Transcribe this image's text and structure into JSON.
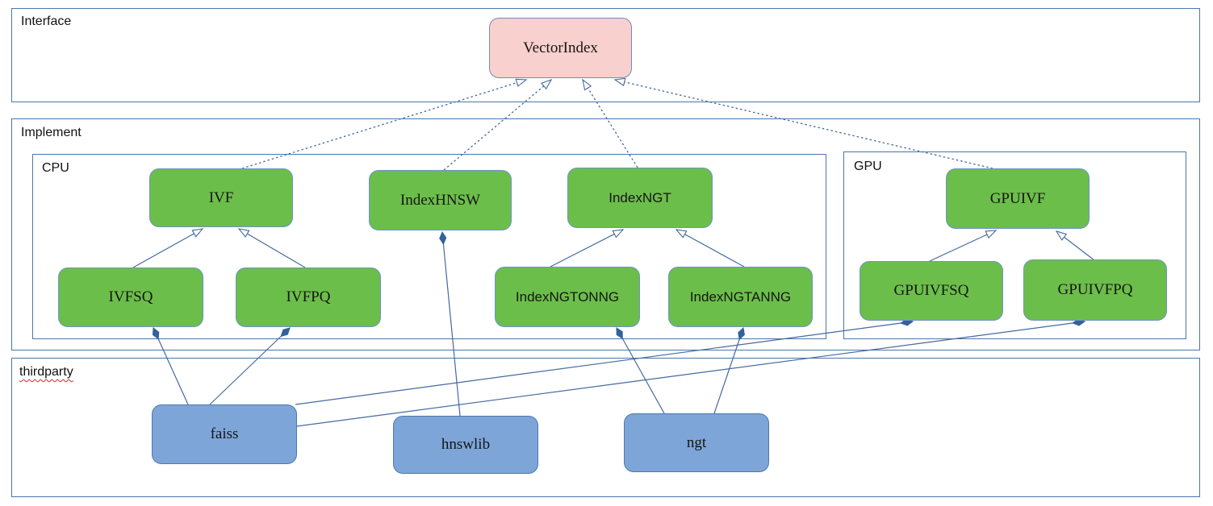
{
  "diagram": {
    "containers": {
      "interface": {
        "label": "Interface"
      },
      "implement": {
        "label": "Implement"
      },
      "cpu": {
        "label": "CPU"
      },
      "gpu": {
        "label": "GPU"
      },
      "thirdparty": {
        "label": "thirdparty"
      }
    },
    "nodes": {
      "vectorindex": {
        "label": "VectorIndex",
        "group": "interface"
      },
      "ivf": {
        "label": "IVF",
        "group": "cpu"
      },
      "indexhnsw": {
        "label": "IndexHNSW",
        "group": "cpu"
      },
      "indexngt": {
        "label": "IndexNGT",
        "group": "cpu"
      },
      "ivfsq": {
        "label": "IVFSQ",
        "group": "cpu"
      },
      "ivfpq": {
        "label": "IVFPQ",
        "group": "cpu"
      },
      "indexngtonng": {
        "label": "IndexNGTONNG",
        "group": "cpu"
      },
      "indexngtanng": {
        "label": "IndexNGTANNG",
        "group": "cpu"
      },
      "gpuivf": {
        "label": "GPUIVF",
        "group": "gpu"
      },
      "gpuivfsq": {
        "label": "GPUIVFSQ",
        "group": "gpu"
      },
      "gpuivfpq": {
        "label": "GPUIVFPQ",
        "group": "gpu"
      },
      "faiss": {
        "label": "faiss",
        "group": "thirdparty"
      },
      "hnswlib": {
        "label": "hnswlib",
        "group": "thirdparty"
      },
      "ngt": {
        "label": "ngt",
        "group": "thirdparty"
      }
    },
    "edges": [
      {
        "from": "IVF",
        "to": "VectorIndex",
        "type": "dashed-realization"
      },
      {
        "from": "IndexHNSW",
        "to": "VectorIndex",
        "type": "dashed-realization"
      },
      {
        "from": "IndexNGT",
        "to": "VectorIndex",
        "type": "dashed-realization"
      },
      {
        "from": "GPUIVF",
        "to": "VectorIndex",
        "type": "dashed-realization"
      },
      {
        "from": "IVFSQ",
        "to": "IVF",
        "type": "inheritance"
      },
      {
        "from": "IVFPQ",
        "to": "IVF",
        "type": "inheritance"
      },
      {
        "from": "IndexNGTONNG",
        "to": "IndexNGT",
        "type": "inheritance"
      },
      {
        "from": "IndexNGTANNG",
        "to": "IndexNGT",
        "type": "inheritance"
      },
      {
        "from": "GPUIVFSQ",
        "to": "GPUIVF",
        "type": "inheritance"
      },
      {
        "from": "GPUIVFPQ",
        "to": "GPUIVF",
        "type": "inheritance"
      },
      {
        "from": "faiss",
        "to": "IVFSQ",
        "type": "composition"
      },
      {
        "from": "faiss",
        "to": "IVFPQ",
        "type": "composition"
      },
      {
        "from": "hnswlib",
        "to": "IndexHNSW",
        "type": "composition"
      },
      {
        "from": "ngt",
        "to": "IndexNGTONNG",
        "type": "composition"
      },
      {
        "from": "ngt",
        "to": "IndexNGTANNG",
        "type": "composition"
      },
      {
        "from": "faiss",
        "to": "GPUIVFSQ",
        "type": "composition"
      },
      {
        "from": "faiss",
        "to": "GPUIVFPQ",
        "type": "composition"
      }
    ],
    "colors": {
      "node_green": "#6cbe4a",
      "node_pink": "#f8d0cd",
      "node_blue": "#7da5d8",
      "edge": "#44699f",
      "container_border": "#4a76ad",
      "node_border": "#6d93c8",
      "spellcheck_underline": "#cc2a2a"
    }
  }
}
